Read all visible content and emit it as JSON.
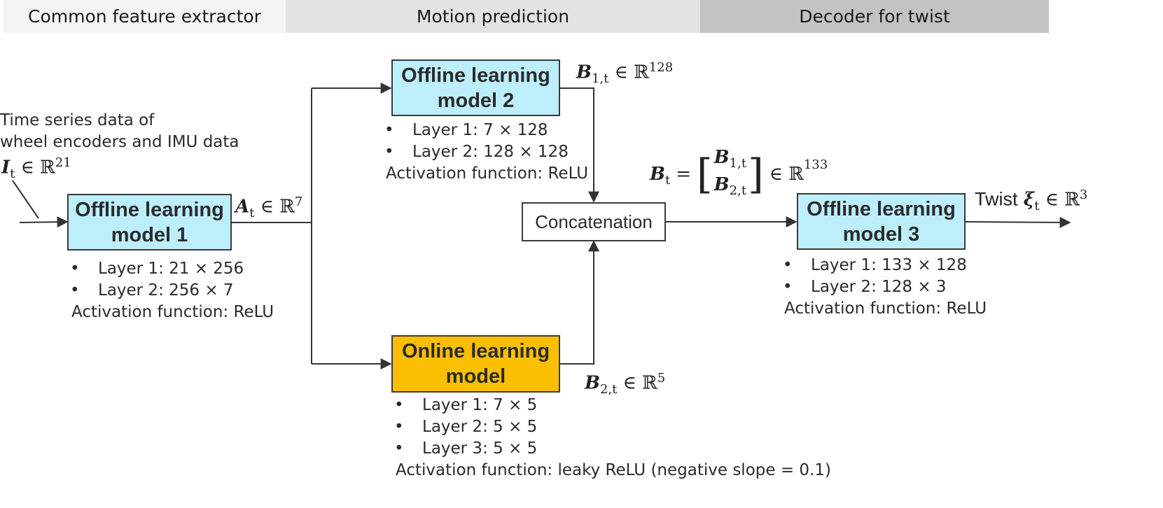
{
  "bands": [
    {
      "label": "Common feature extractor",
      "color": "#f4f4f4"
    },
    {
      "label": "Motion prediction",
      "color": "#e3e3e3"
    },
    {
      "label": "Decoder for twist",
      "color": "#c3c3c3"
    }
  ],
  "input": {
    "line1": "Time series data of",
    "line2": "wheel encoders and IMU data",
    "symbol": "I",
    "sub": "t",
    "set": "∈ ℝ",
    "sup": "21"
  },
  "model1": {
    "title": "Offline learning model 1",
    "layers": [
      "Layer 1: 21 × 256",
      "Layer 2: 256 × 7"
    ],
    "activation": "Activation function: ReLU",
    "output": {
      "symbol": "A",
      "sub": "t",
      "set": "∈ ℝ",
      "sup": "7"
    }
  },
  "model2": {
    "title": "Offline learning model 2",
    "layers": [
      "Layer 1: 7 × 128",
      "Layer 2: 128 × 128"
    ],
    "activation": "Activation function: ReLU",
    "output": {
      "symbol": "B",
      "sub": "1,t",
      "set": "∈ ℝ",
      "sup": "128"
    }
  },
  "online": {
    "title": "Online learning model",
    "layers": [
      "Layer 1: 7 × 5",
      "Layer 2: 5 × 5",
      "Layer 3: 5 × 5"
    ],
    "activation": "Activation function: leaky ReLU (negative slope = 0.1)",
    "output": {
      "symbol": "B",
      "sub": "2,t",
      "set": "∈ ℝ",
      "sup": "5"
    }
  },
  "concat": {
    "label": "Concatenation",
    "output": {
      "symbol": "B",
      "sub": "t",
      "eq": "=",
      "top": "B",
      "top_sub": "1,t",
      "bottom": "B",
      "bottom_sub": "2,t",
      "set": "∈ ℝ",
      "sup": "133"
    }
  },
  "model3": {
    "title": "Offline learning model 3",
    "layers": [
      "Layer 1: 133 × 128",
      "Layer 2: 128 × 3"
    ],
    "activation": "Activation function: ReLU",
    "output": {
      "prefix": "Twist",
      "symbol": "ξ",
      "sub": "t",
      "set": "∈ ℝ",
      "sup": "3"
    }
  },
  "bullet": "•"
}
